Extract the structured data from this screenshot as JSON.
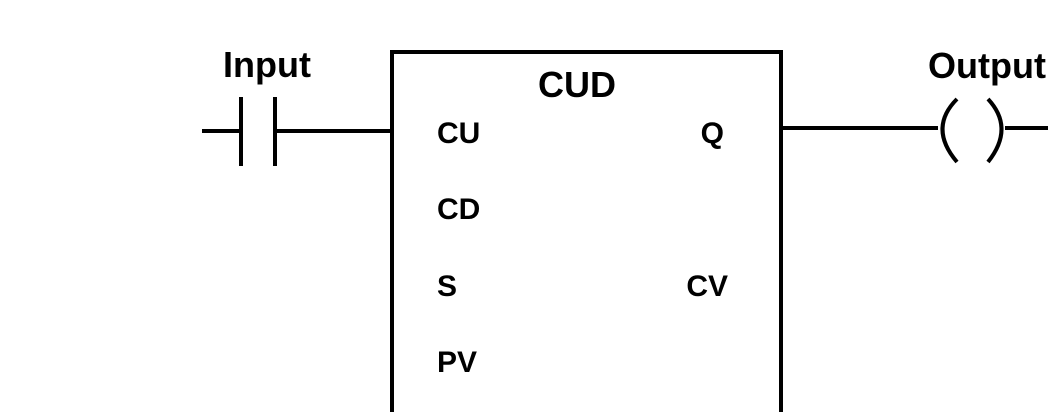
{
  "diagram": {
    "input_label": "Input",
    "output_label": "Output",
    "block": {
      "title": "CUD",
      "pins_left": [
        "CU",
        "CD",
        "S",
        "PV"
      ],
      "pins_right": [
        "Q",
        "CV"
      ]
    },
    "elements": {
      "contact": "normally-open-contact-icon",
      "coil": "output-coil-icon"
    },
    "colors": {
      "ink": "#000000",
      "background": "#ffffff"
    }
  }
}
